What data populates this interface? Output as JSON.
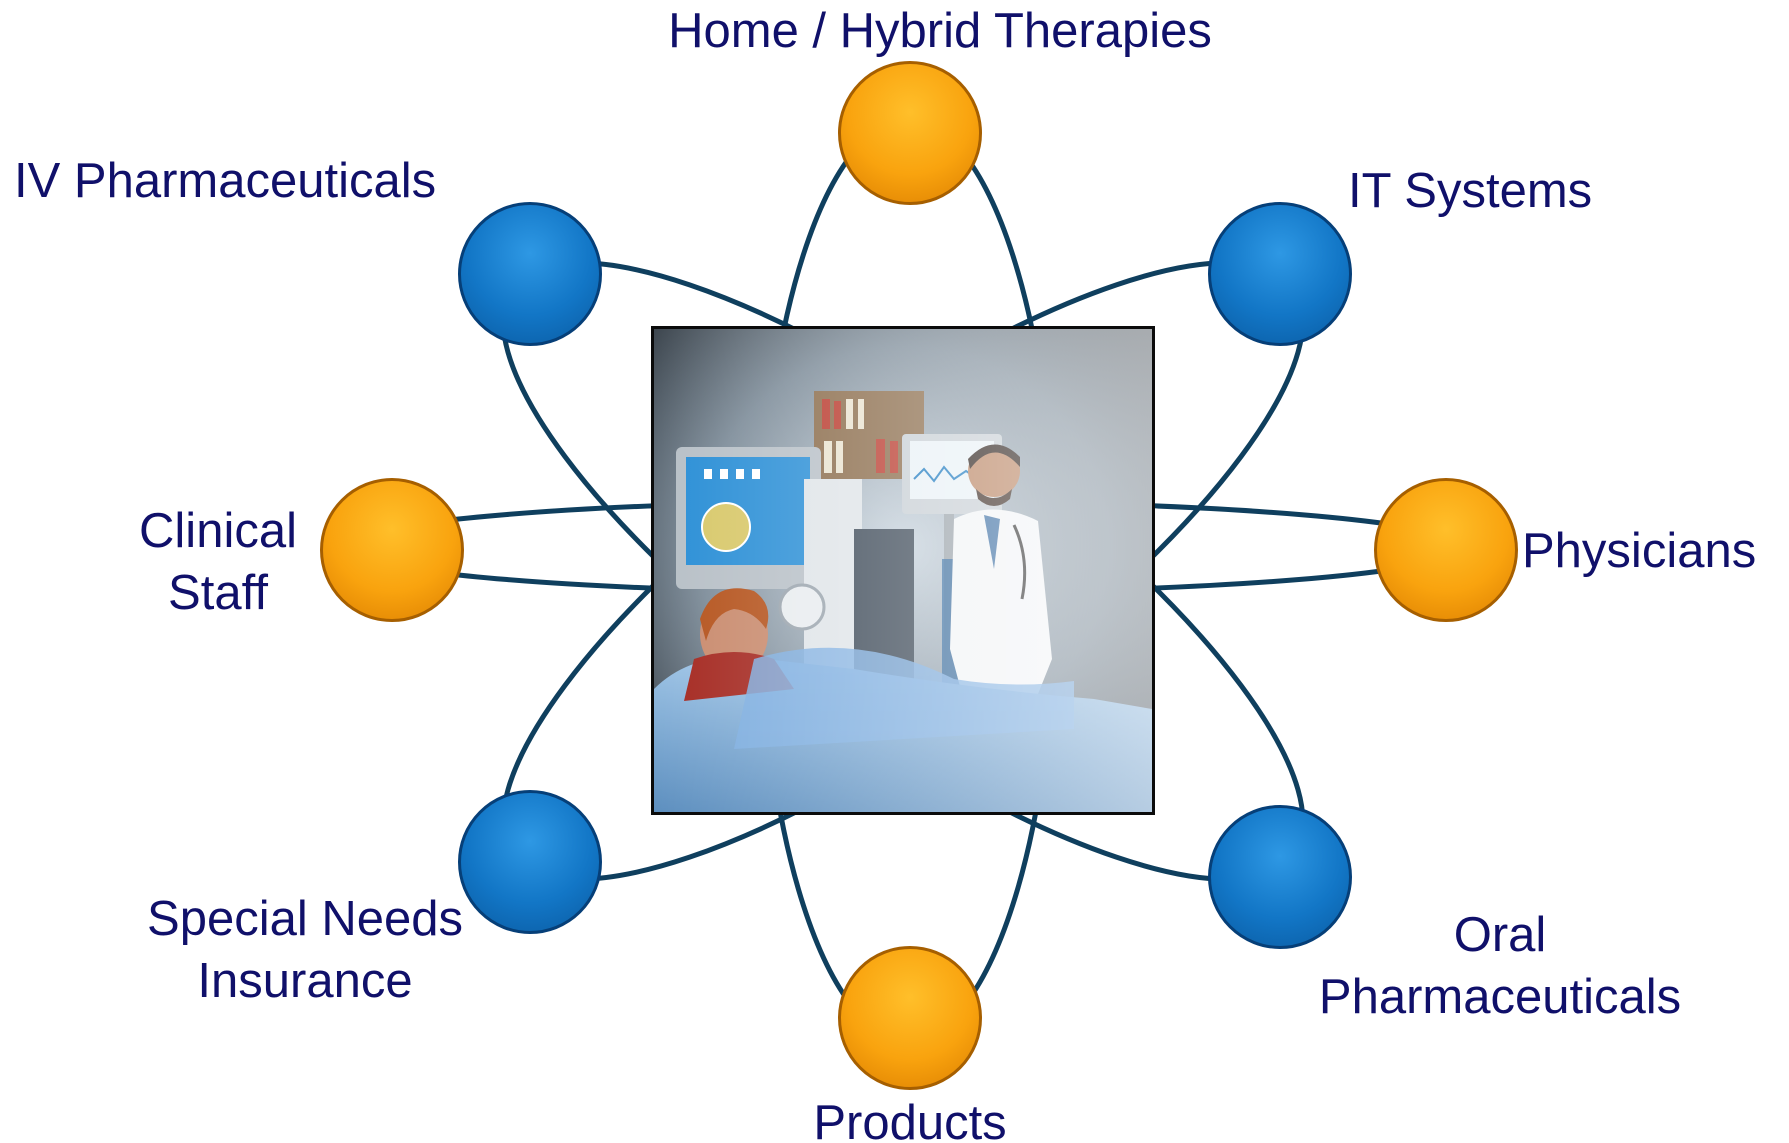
{
  "diagram": {
    "nodes": [
      {
        "id": "home-hybrid",
        "color": "orange",
        "label": [
          "Home / Hybrid Therapies"
        ]
      },
      {
        "id": "iv-pharma",
        "color": "blue",
        "label": [
          "IV Pharmaceuticals"
        ]
      },
      {
        "id": "it-systems",
        "color": "blue",
        "label": [
          "IT Systems"
        ]
      },
      {
        "id": "clinical-staff",
        "color": "orange",
        "label": [
          "Clinical",
          "Staff"
        ]
      },
      {
        "id": "physicians",
        "color": "orange",
        "label": [
          "Physicians"
        ]
      },
      {
        "id": "special-needs",
        "color": "blue",
        "label": [
          "Special Needs",
          "Insurance"
        ]
      },
      {
        "id": "oral-pharma",
        "color": "blue",
        "label": [
          "Oral",
          "Pharmaceuticals"
        ]
      },
      {
        "id": "products",
        "color": "orange",
        "label": [
          "Products"
        ]
      }
    ],
    "center_image": "photo of a doctor attending a patient receiving dialysis in a hospital bed",
    "colors": {
      "orbit_line": "#0f3f5e",
      "node_blue": "#1276c6",
      "node_orange": "#f9a30e",
      "label_text": "#10106a"
    }
  }
}
